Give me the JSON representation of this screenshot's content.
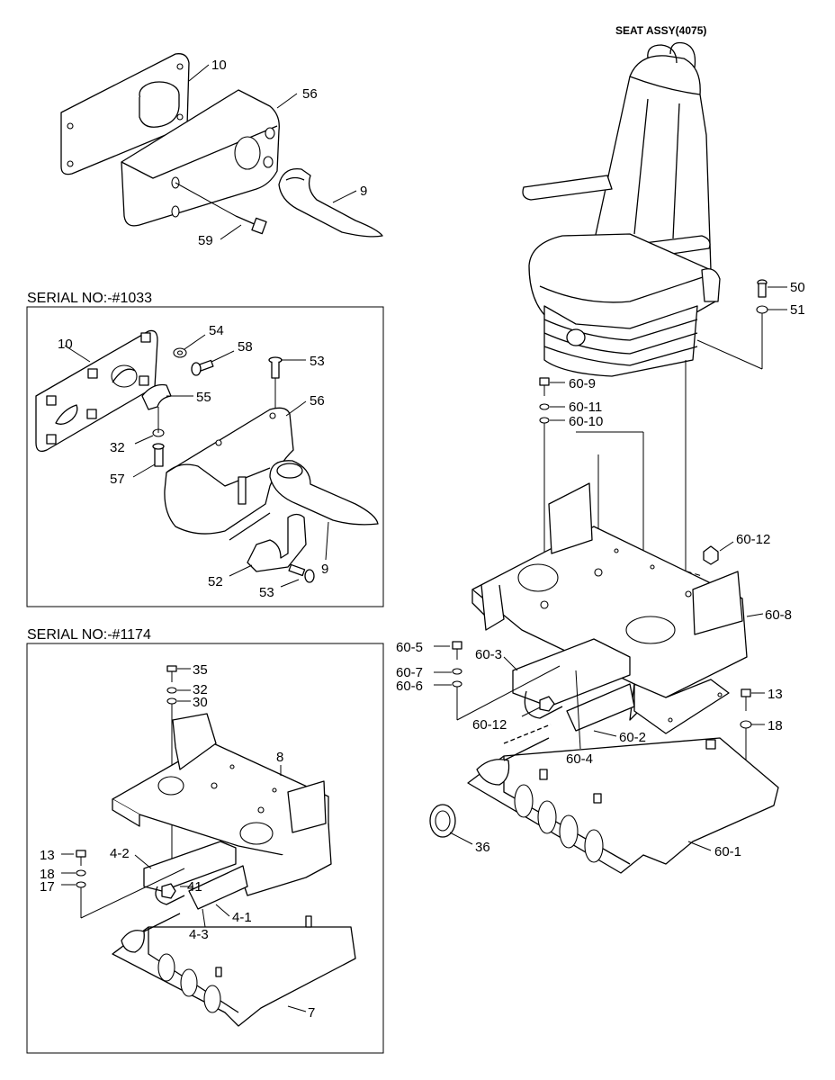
{
  "title": "SEAT ASSY(4075)",
  "sections": [
    {
      "label": "SERIAL NO:-#1033"
    },
    {
      "label": "SERIAL NO:-#1174"
    }
  ],
  "callouts": {
    "top": [
      "10",
      "56",
      "9",
      "59"
    ],
    "seat": [
      "50",
      "51",
      "60-9",
      "60-11",
      "60-10",
      "60-12",
      "60-8",
      "60-5",
      "60-3",
      "60-7",
      "60-6",
      "13",
      "18",
      "60-12",
      "60-2",
      "60-4",
      "36",
      "60-1"
    ],
    "serial1033": [
      "10",
      "54",
      "58",
      "53",
      "55",
      "56",
      "32",
      "57",
      "52",
      "53",
      "9"
    ],
    "serial1174": [
      "35",
      "32",
      "30",
      "8",
      "13",
      "4-2",
      "18",
      "17",
      "41",
      "4-1",
      "4-3",
      "7"
    ]
  }
}
